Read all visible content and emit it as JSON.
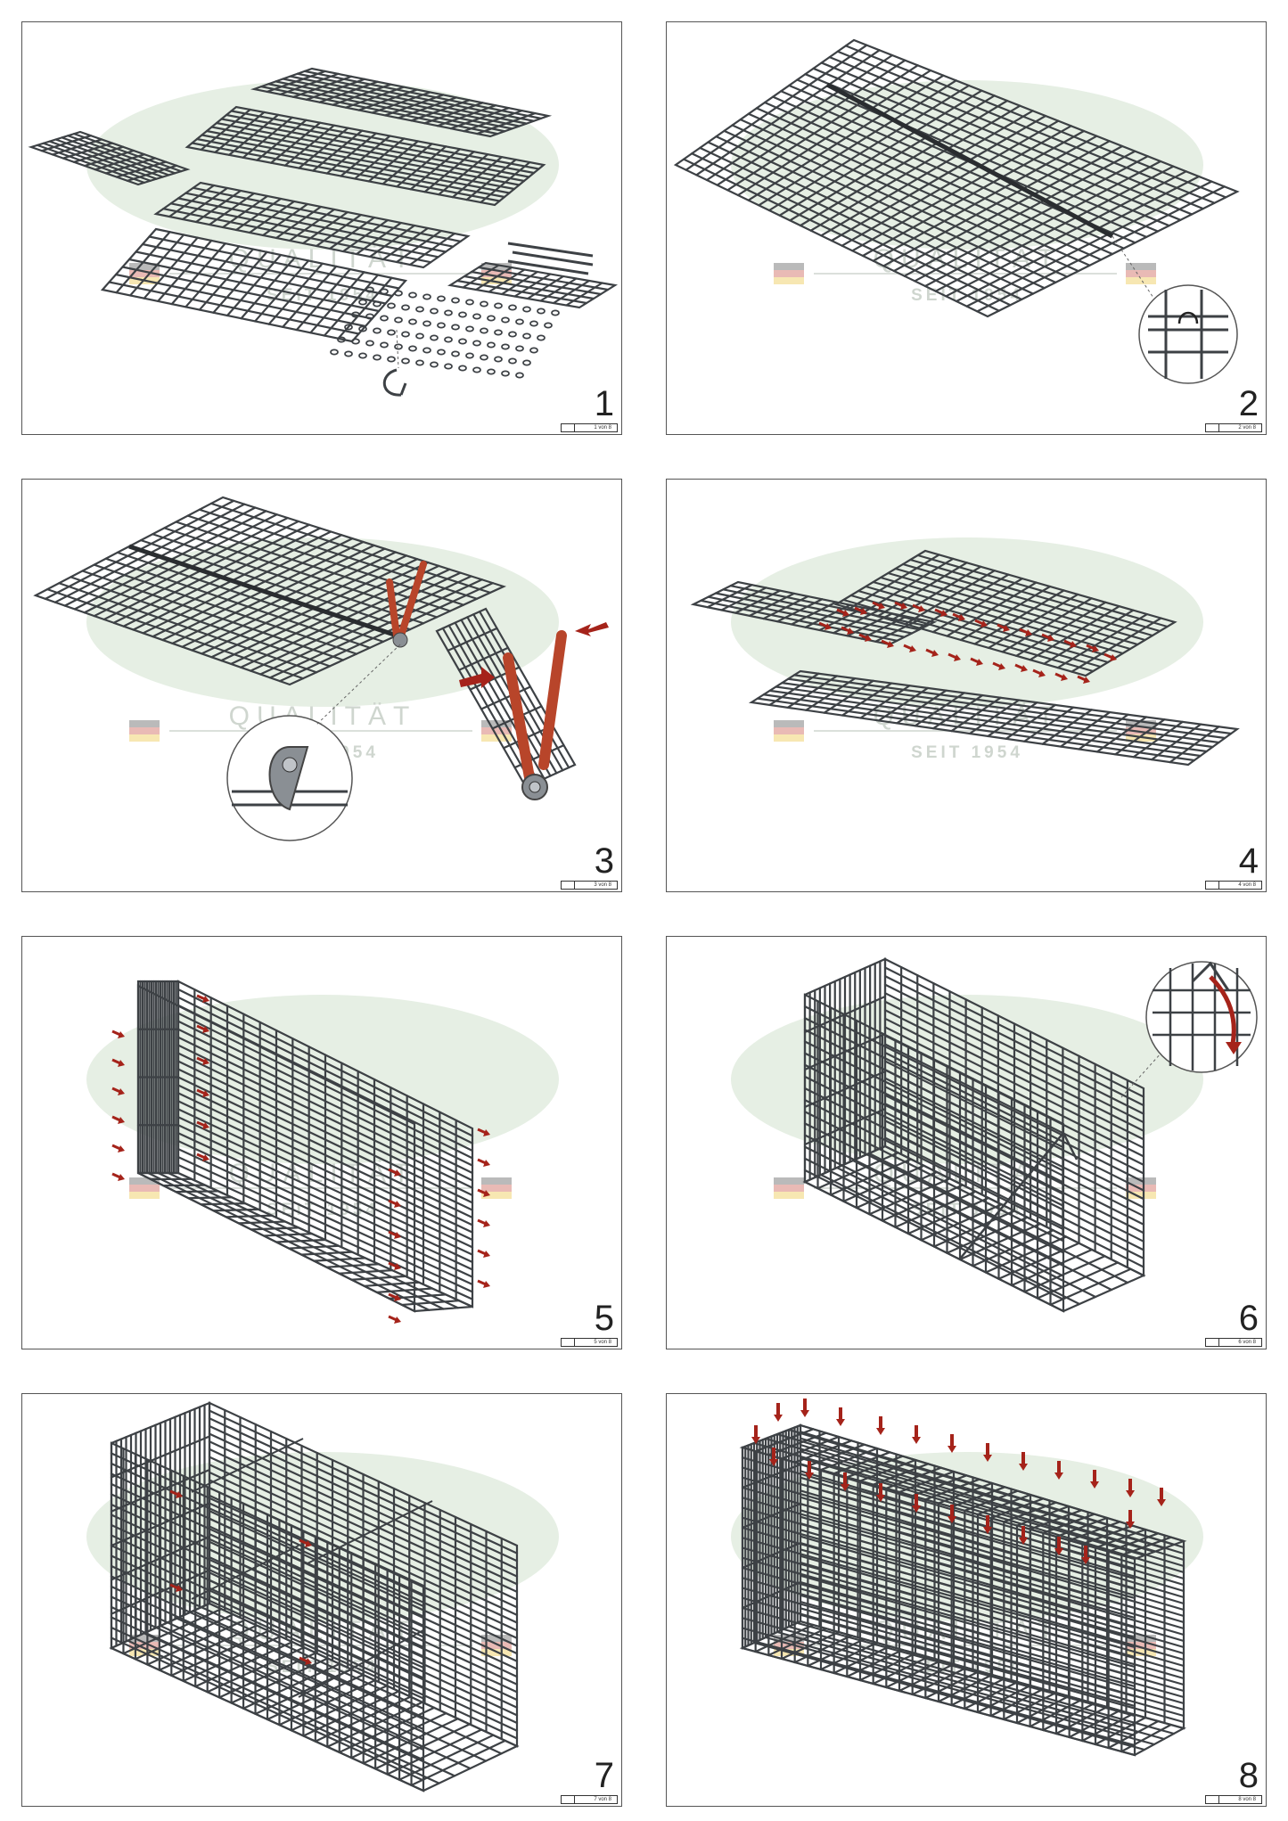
{
  "watermark": {
    "brand": "QUALITÄT",
    "since": "SEIT 1954",
    "colors": {
      "oval": "#e6efe4",
      "text": "#cfd6cf",
      "flag_black": "#3a3a3a",
      "flag_red": "#c0392b",
      "flag_gold": "#e8b923"
    }
  },
  "colors": {
    "wire": "#3d4145",
    "arrow": "#a5231a",
    "plier_handle": "#b8452a",
    "plier_metal": "#8a8f94"
  },
  "panels": [
    {
      "step": "1",
      "page": "1 von 8"
    },
    {
      "step": "2",
      "page": "2 von 8"
    },
    {
      "step": "3",
      "page": "3 von 8"
    },
    {
      "step": "4",
      "page": "4 von 8"
    },
    {
      "step": "5",
      "page": "5 von 8"
    },
    {
      "step": "6",
      "page": "6 von 8"
    },
    {
      "step": "7",
      "page": "7 von 8"
    },
    {
      "step": "8",
      "page": "8 von 8"
    }
  ]
}
